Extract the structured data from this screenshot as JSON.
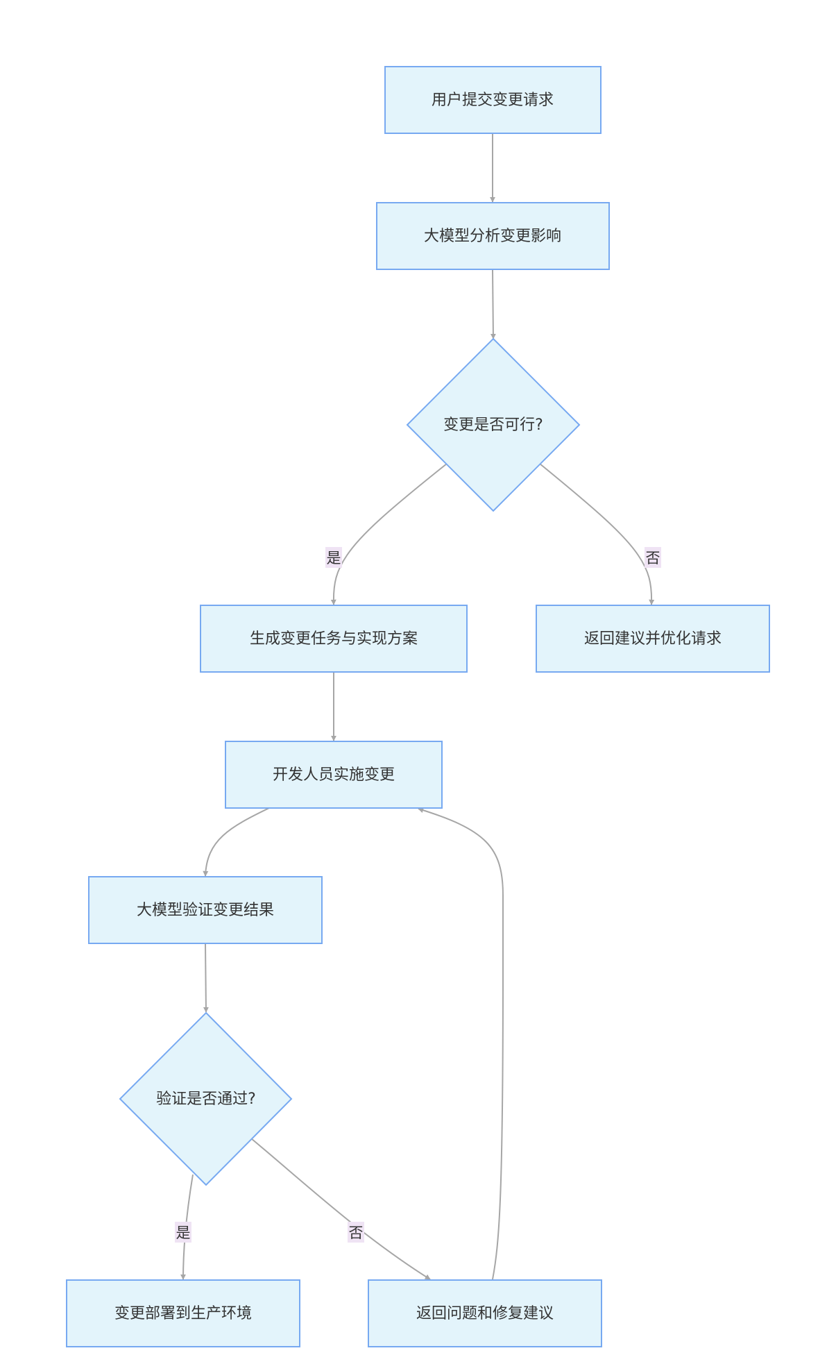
{
  "nodes": {
    "submit": "用户提交变更请求",
    "analyze": "大模型分析变更影响",
    "feasible": "变更是否可行?",
    "generate": "生成变更任务与实现方案",
    "return_suggest": "返回建议并优化请求",
    "implement": "开发人员实施变更",
    "verify": "大模型验证变更结果",
    "passed": "验证是否通过?",
    "deploy": "变更部署到生产环境",
    "return_issue": "返回问题和修复建议"
  },
  "edges": {
    "feasible_yes": "是",
    "feasible_no": "否",
    "passed_yes": "是",
    "passed_no": "否"
  },
  "colors": {
    "node_fill": "#e3f4fb",
    "node_stroke": "#77a9f1",
    "edge": "#a6a6a6",
    "edge_label_bg": "#efe3f4",
    "text": "#333333"
  }
}
